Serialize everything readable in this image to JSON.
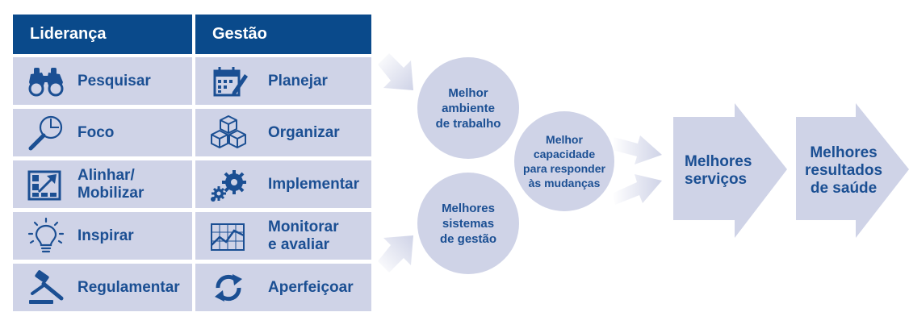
{
  "columns": {
    "left": {
      "header": "Liderança",
      "items": [
        {
          "label": "Pesquisar",
          "icon": "binoculars-icon"
        },
        {
          "label": "Foco",
          "icon": "magnifier-icon"
        },
        {
          "label": "Alinhar/\nMobilizar",
          "icon": "align-chart-icon"
        },
        {
          "label": "Inspirar",
          "icon": "lightbulb-icon"
        },
        {
          "label": "Regulamentar",
          "icon": "gavel-icon"
        }
      ]
    },
    "right": {
      "header": "Gestão",
      "items": [
        {
          "label": "Planejar",
          "icon": "calendar-icon"
        },
        {
          "label": "Organizar",
          "icon": "cubes-icon"
        },
        {
          "label": "Implementar",
          "icon": "gears-icon"
        },
        {
          "label": "Monitorar\ne avaliar",
          "icon": "monitor-chart-icon"
        },
        {
          "label": "Aperfeiçoar",
          "icon": "cycle-arrows-icon"
        }
      ]
    }
  },
  "outcomes": {
    "work_environment": "Melhor\nambiente\nde trabalho",
    "management_systems": "Melhores\nsistemas\nde gestão",
    "capacity": "Melhor\ncapacidade\npara responder\nàs mudanças",
    "services": "Melhores\nserviços",
    "health_results": "Melhores\nresultados\nde saúde"
  },
  "colors": {
    "header_bg": "#0a4a8b",
    "cell_bg": "#cfd3e7",
    "text": "#1b4f93",
    "arrow_fill": "#cfd3e7"
  }
}
